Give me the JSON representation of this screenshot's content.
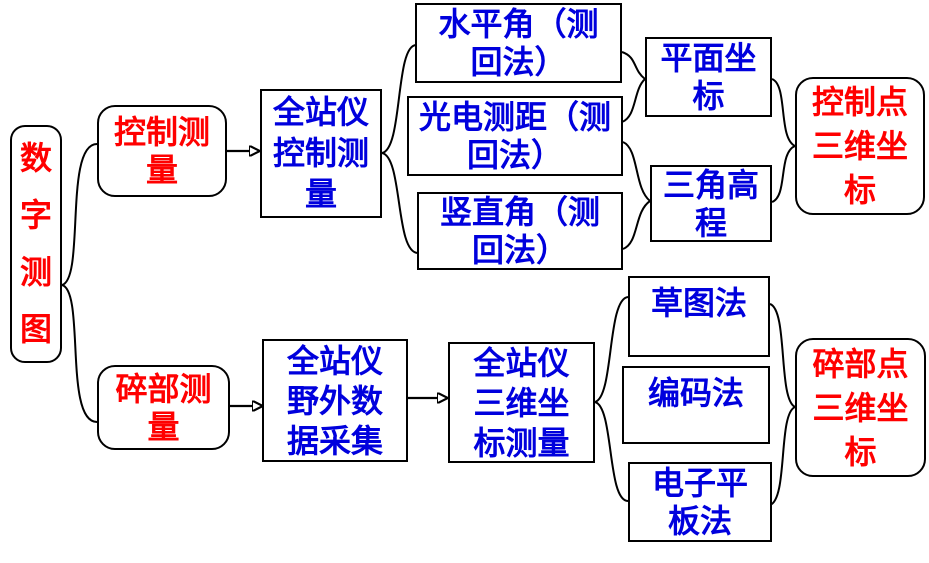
{
  "diagram": {
    "type": "flowchart",
    "colors": {
      "category_text": "#ff0000",
      "item_text": "#0000dd",
      "line": "#000000",
      "background": "#ffffff"
    },
    "nodes": {
      "digital_mapping": {
        "label": "数\n字\n测\n图",
        "color": "#ff0000",
        "shape": "rounded"
      },
      "control_survey": {
        "label": "控制测\n量",
        "color": "#ff0000",
        "shape": "rounded"
      },
      "detail_survey": {
        "label": "碎部测\n量",
        "color": "#ff0000",
        "shape": "rounded"
      },
      "total_station_control": {
        "label": "全站仪\n控制测\n量",
        "color": "#0000dd",
        "shape": "rect"
      },
      "horizontal_angle": {
        "label": "水平角（测\n回法）",
        "color": "#0000dd",
        "shape": "rect"
      },
      "edm_distance": {
        "label": "光电测距（测\n回法）",
        "color": "#0000dd",
        "shape": "rect"
      },
      "vertical_angle": {
        "label": "竖直角（测\n回法）",
        "color": "#0000dd",
        "shape": "rect"
      },
      "plane_coordinates": {
        "label": "平面坐\n标",
        "color": "#0000dd",
        "shape": "rect"
      },
      "trig_leveling": {
        "label": "三角高\n程",
        "color": "#0000dd",
        "shape": "rect"
      },
      "control_point_3d": {
        "label": "控制点\n三维坐\n标",
        "color": "#ff0000",
        "shape": "rounded"
      },
      "field_data_collection": {
        "label": "全站仪\n野外数\n据采集",
        "color": "#0000dd",
        "shape": "rect"
      },
      "station_3d_measure": {
        "label": "全站仪\n三维坐\n标测量",
        "color": "#0000dd",
        "shape": "rect"
      },
      "sketch_method": {
        "label": "草图法",
        "color": "#0000dd",
        "shape": "rect"
      },
      "coding_method": {
        "label": "编码法",
        "color": "#0000dd",
        "shape": "rect"
      },
      "eplate_method": {
        "label": "电子平\n板法",
        "color": "#0000dd",
        "shape": "rect"
      },
      "detail_point_3d": {
        "label": "碎部点\n三维坐\n标",
        "color": "#ff0000",
        "shape": "rounded"
      }
    },
    "edges": [
      {
        "from": "digital_mapping",
        "to": "control_survey",
        "type": "branch-curve"
      },
      {
        "from": "digital_mapping",
        "to": "detail_survey",
        "type": "branch-curve"
      },
      {
        "from": "control_survey",
        "to": "total_station_control",
        "type": "arrow"
      },
      {
        "from": "total_station_control",
        "to": "horizontal_angle",
        "type": "branch-curve"
      },
      {
        "from": "total_station_control",
        "to": "vertical_angle",
        "type": "branch-curve"
      },
      {
        "from": "horizontal_angle",
        "to": "plane_coordinates",
        "type": "merge-curve"
      },
      {
        "from": "edm_distance",
        "to": "plane_coordinates",
        "type": "merge-curve"
      },
      {
        "from": "edm_distance",
        "to": "trig_leveling",
        "type": "merge-curve"
      },
      {
        "from": "vertical_angle",
        "to": "trig_leveling",
        "type": "merge-curve"
      },
      {
        "from": "plane_coordinates",
        "to": "control_point_3d",
        "type": "merge-curve"
      },
      {
        "from": "trig_leveling",
        "to": "control_point_3d",
        "type": "merge-curve"
      },
      {
        "from": "detail_survey",
        "to": "field_data_collection",
        "type": "arrow"
      },
      {
        "from": "field_data_collection",
        "to": "station_3d_measure",
        "type": "arrow"
      },
      {
        "from": "station_3d_measure",
        "to": "sketch_method",
        "type": "branch-curve"
      },
      {
        "from": "station_3d_measure",
        "to": "eplate_method",
        "type": "branch-curve"
      },
      {
        "from": "sketch_method",
        "to": "detail_point_3d",
        "type": "merge-curve"
      },
      {
        "from": "eplate_method",
        "to": "detail_point_3d",
        "type": "merge-curve"
      }
    ]
  }
}
